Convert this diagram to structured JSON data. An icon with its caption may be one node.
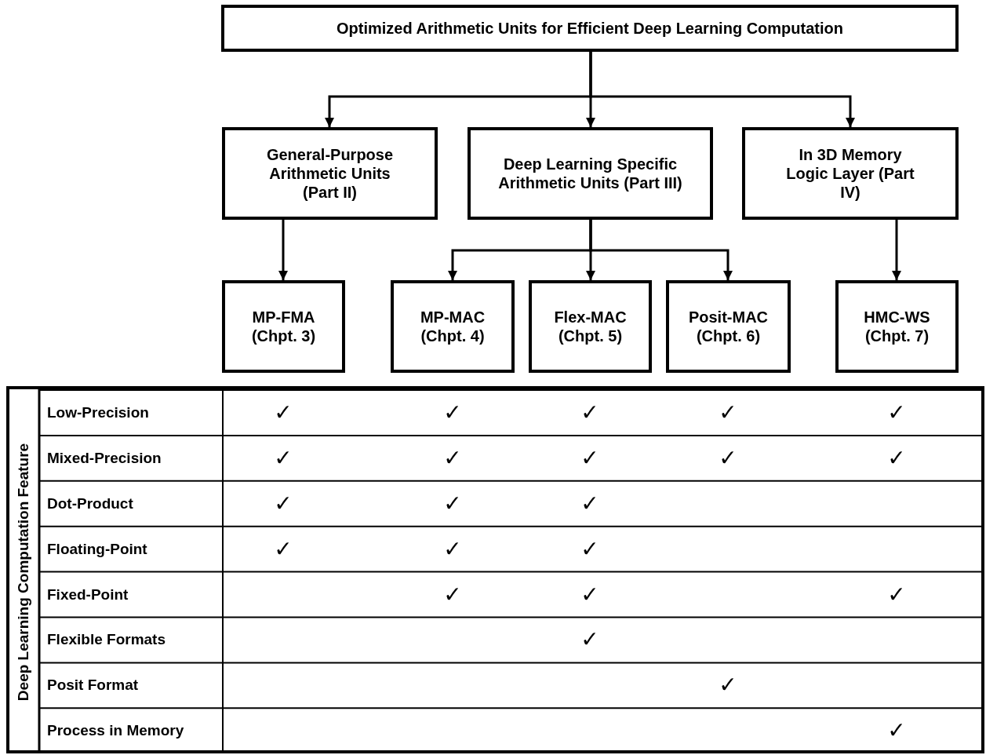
{
  "diagram": {
    "nodes": [
      {
        "text": [
          "Optimized Arithmetic Units for Efficient Deep Learning Computation"
        ]
      },
      {
        "text": [
          "General-Purpose Arithmetic Units (Part II)"
        ]
      },
      {
        "text": [
          "Deep Learning Specific Arithmetic Units (Part III)"
        ]
      },
      {
        "text": [
          "In 3D Memory Logic Layer (Part IV)"
        ]
      },
      {
        "text": [
          "MP-FMA (Chpt. 3)"
        ]
      },
      {
        "text": [
          "MP-MAC (Chpt. 4)"
        ]
      },
      {
        "text": [
          "Flex-MAC (Chpt. 5)"
        ]
      },
      {
        "text": [
          "Posit-MAC (Chpt. 6)"
        ]
      },
      {
        "text": [
          "HMC-WS (Chpt. 7)"
        ]
      }
    ],
    "edges": [
      {
        "from": 0,
        "to": 1,
        "arrow": "to"
      },
      {
        "from": 0,
        "to": 2,
        "arrow": "to"
      },
      {
        "from": 0,
        "to": 3,
        "arrow": "to"
      },
      {
        "from": 1,
        "to": 4,
        "arrow": "to"
      },
      {
        "from": 2,
        "to": 5,
        "arrow": "to"
      },
      {
        "from": 2,
        "to": 6,
        "arrow": "to"
      },
      {
        "from": 2,
        "to": 7,
        "arrow": "to"
      },
      {
        "from": 3,
        "to": 8,
        "arrow": "to"
      }
    ],
    "labels": [
      "Deep Learning Computation Feature",
      "Low-Precision",
      "✓",
      "✓",
      "✓",
      "✓",
      "✓",
      "Mixed-Precision",
      "✓",
      "✓",
      "✓",
      "✓",
      "✓",
      "Dot-Product",
      "✓",
      "✓",
      "✓",
      "Floating-Point",
      "✓",
      "✓",
      "✓",
      "Fixed-Point",
      "✓",
      "✓",
      "✓",
      "Flexible Formats",
      "✓",
      "Posit Format",
      "✓",
      "Process in Memory",
      "✓"
    ]
  }
}
